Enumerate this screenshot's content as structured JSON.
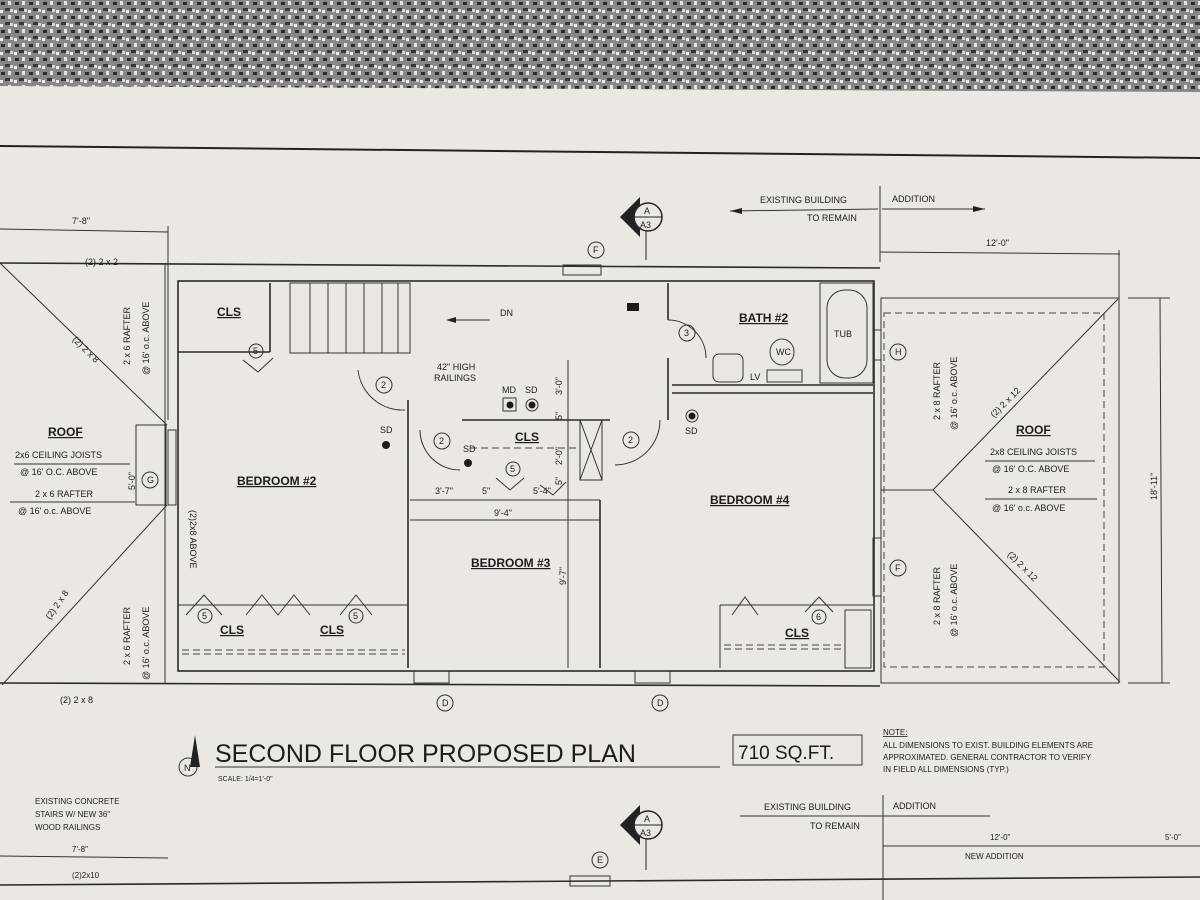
{
  "header": {
    "existing_building": "EXISTING BUILDING",
    "to_remain": "TO REMAIN",
    "addition": "ADDITION"
  },
  "section_marker": {
    "top": "A",
    "bottom": "A3"
  },
  "dimensions": {
    "left_roof_width": "7'-8\"",
    "addition_width": "12'-0\"",
    "addition_height": "18'-11\"",
    "window_g": "5'-0\"",
    "d1": "3'-7\"",
    "d2": "5\"",
    "d3": "5'-4\"",
    "d4": "9'-4\"",
    "d5": "9'-7\"",
    "d6": "3'-0\"",
    "d7": "2'-0\"",
    "d8": "5\"",
    "d9": "5\""
  },
  "left_roof": {
    "top_beam": "(2) 2 x 2",
    "bottom_beam": "(2) 2 x 8",
    "hip_upper": "(2) 2 x 8",
    "hip_lower": "(2) 2 x 8",
    "rafter_upper_1": "2 x 6 RAFTER",
    "rafter_upper_2": "@ 16' o.c. ABOVE",
    "title": "ROOF",
    "joists_1": "2x6 CEILING JOISTS",
    "joists_2": "@ 16' O.C. ABOVE",
    "rafter_mid_1": "2 x 6 RAFTER",
    "rafter_mid_2": "@ 16' o.c. ABOVE",
    "rafter_lower_1": "2 x 6 RAFTER",
    "rafter_lower_2": "@ 16' o.c. ABOVE",
    "header_above": "(2)2x8 ABOVE"
  },
  "right_roof": {
    "title": "ROOF",
    "hip_upper": "(2) 2 x 12",
    "hip_lower": "(2) 2 x 12",
    "joists_1": "2x8 CEILING JOISTS",
    "joists_2": "@ 16' O.C. ABOVE",
    "rafter_1": "2 x 8 RAFTER",
    "rafter_2": "@ 16' o.c. ABOVE",
    "rafter_upper_1": "2 x 8 RAFTER",
    "rafter_upper_2": "@ 16' o.c. ABOVE",
    "rafter_lower_1": "2 x 8 RAFTER",
    "rafter_lower_2": "@ 16' o.c. ABOVE"
  },
  "rooms": {
    "cls_top": "CLS",
    "bedroom2": "BEDROOM #2",
    "bath2": "BATH #2",
    "tub": "TUB",
    "wc": "WC",
    "lv": "LV",
    "cls_mid": "CLS",
    "bedroom3": "BEDROOM #3",
    "bedroom4": "BEDROOM #4",
    "cls_b2a": "CLS",
    "cls_b2b": "CLS",
    "cls_b4": "CLS",
    "dn": "DN",
    "railings_1": "42\" HIGH",
    "railings_2": "RAILINGS",
    "md": "MD",
    "sd1": "SD",
    "sd2": "SD",
    "sd3": "SD",
    "sd4": "SD"
  },
  "tags": {
    "door_2a": "2",
    "door_2b": "2",
    "door_2c": "2",
    "door_3": "3",
    "cls_5a": "5",
    "cls_5b": "5",
    "cls_5c": "5",
    "cls_5d": "5",
    "cls_6": "6",
    "win_f1": "F",
    "win_f2": "F",
    "win_g": "G",
    "win_h": "H",
    "win_d1": "D",
    "win_d2": "D"
  },
  "title_block": {
    "north": "N",
    "title": "SECOND FLOOR PROPOSED PLAN",
    "area": "710 SQ.FT.",
    "scale": "SCALE: 1/4=1'-0\"",
    "note_head": "NOTE:",
    "note_1": "ALL DIMENSIONS TO EXIST. BUILDING ELEMENTS ARE",
    "note_2": "APPROXIMATED. GENERAL CONTRACTOR TO VERIFY",
    "note_3": "IN FIELD ALL DIMENSIONS (TYP.)"
  },
  "next_sheet": {
    "stairs_1": "EXISTING CONCRETE",
    "stairs_2": "STAIRS W/ NEW 36\"",
    "stairs_3": "WOOD RAILINGS",
    "dim_left": "7'-8\"",
    "beam": "(2)2x10",
    "existing_building": "EXISTING BUILDING",
    "to_remain": "TO REMAIN",
    "addition": "ADDITION",
    "dim_add": "12'-0\"",
    "dim_right": "5'-0\"",
    "new_addition": "NEW ADDITION",
    "marker_top": "A",
    "marker_bottom": "A3",
    "win_e": "E"
  },
  "colors": {
    "paper": "#ebe8e3",
    "ink": "#1c1c1c",
    "granite": "#6b6866"
  }
}
